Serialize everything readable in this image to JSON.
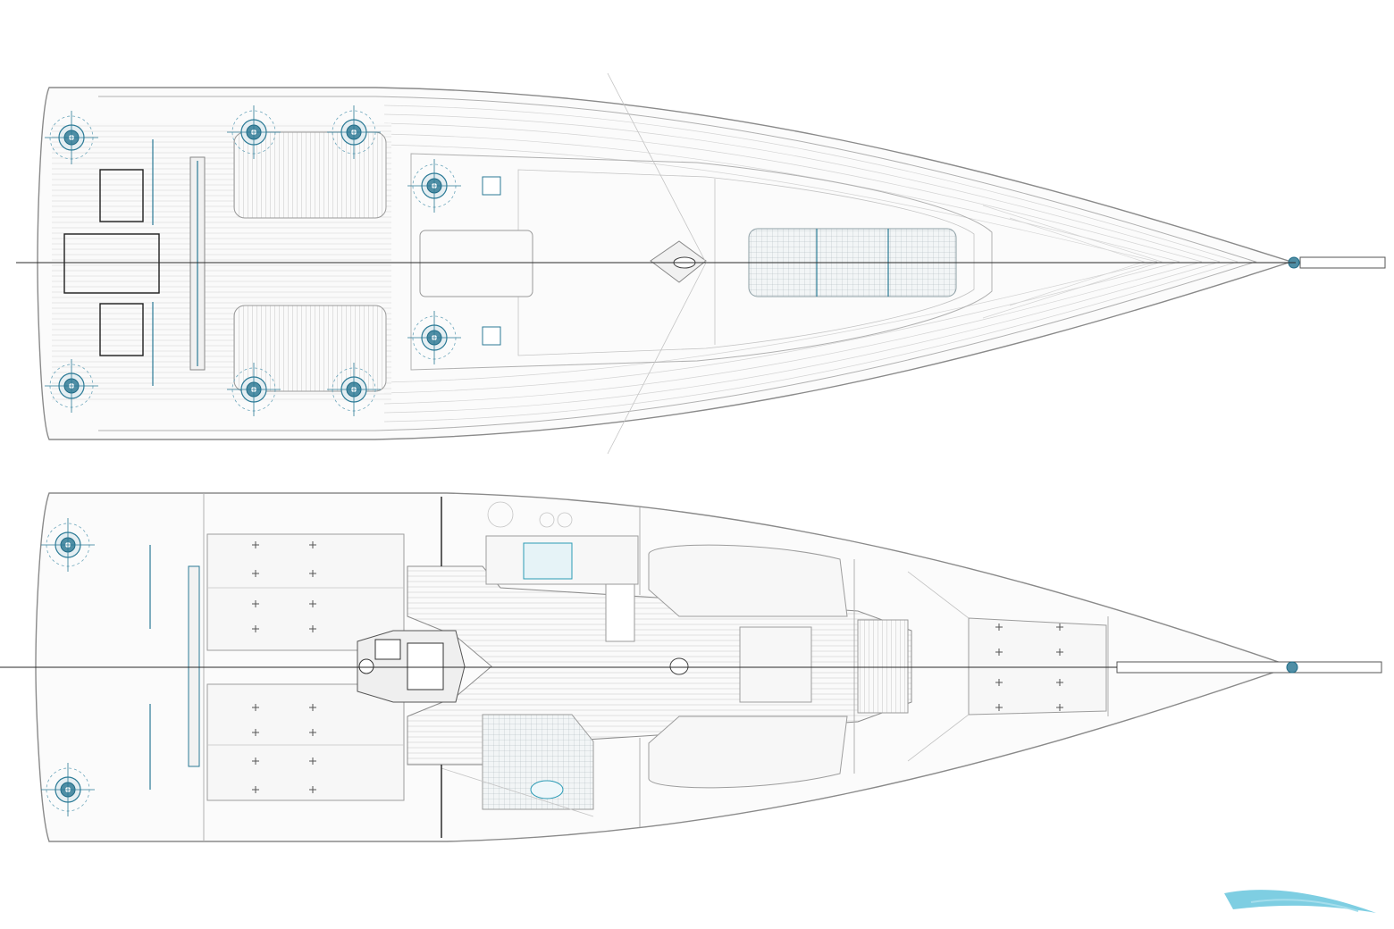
{
  "drawing": {
    "views": [
      "deck-plan",
      "interior-layout"
    ],
    "accent_color": "#2b7a96",
    "line_color": "#8a8a8a",
    "background": "#ffffff",
    "watermark": {
      "kind": "logo",
      "color": "#5ec2dc"
    }
  }
}
